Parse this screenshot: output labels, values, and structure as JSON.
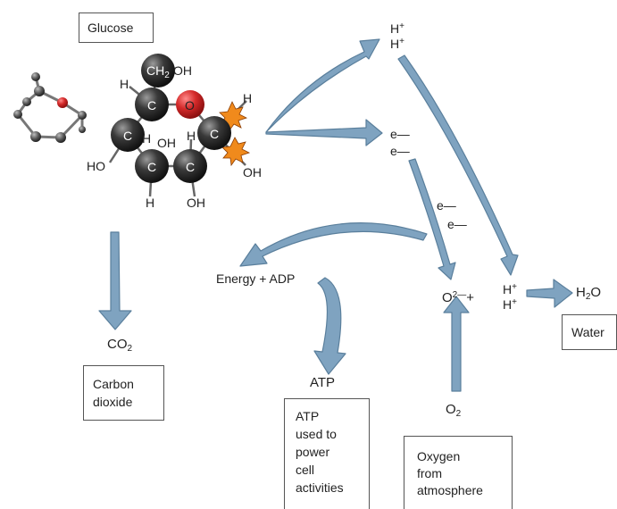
{
  "boxes": {
    "glucose": "Glucose",
    "carbon_dioxide": [
      "Carbon",
      "dioxide"
    ],
    "atp_used": [
      "ATP",
      "used to",
      "power",
      "cell",
      "activities"
    ],
    "oxygen": [
      "Oxygen",
      "from",
      "atmosphere"
    ],
    "water": "Water"
  },
  "molecule": {
    "atoms": {
      "ring_carbon": "C",
      "ch2oh_group": {
        "text": "CH",
        "sub": "2",
        "rest": "OH"
      },
      "ring_oxygen": "O",
      "hydrogen": "H",
      "hydroxyl": "OH",
      "hydroxyl_left": "HO"
    }
  },
  "labels": {
    "h_plus": "H",
    "plus_sign": "+",
    "electron": "e—",
    "energy_adp": "Energy + ADP",
    "atp": "ATP",
    "co2": {
      "text": "CO",
      "sub": "2"
    },
    "o2": {
      "text": "O",
      "sub": "2"
    },
    "oxide_ion": {
      "text": "O",
      "sup": "2—",
      "rest": "+"
    },
    "water_formula": {
      "text": "H",
      "sub": "2",
      "rest": "O"
    }
  },
  "colors": {
    "arrow_fill": "#7fa3c0",
    "arrow_stroke": "#5a7f9c",
    "ring_atom": "#2b2b2b",
    "oxygen_atom": "#d42a2a",
    "spark": "#f08a1c"
  }
}
